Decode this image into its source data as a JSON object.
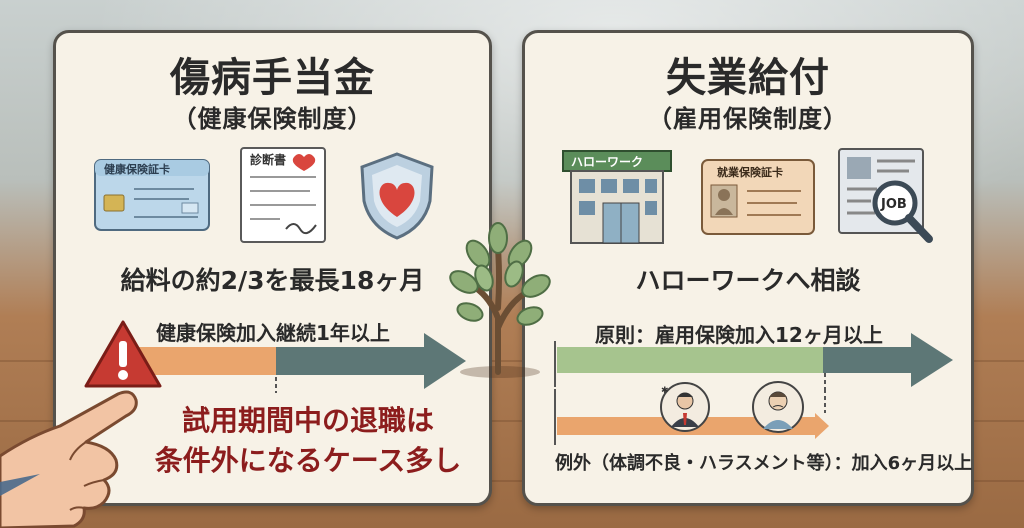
{
  "left_card": {
    "title": "傷病手当金",
    "subtitle": "（健康保険制度）",
    "insurance_card_label": "健康保険証卡",
    "certificate_label": "診断書",
    "headline": "給料の約2/3を最長18ヶ月",
    "timeline_label": "健康保険加入継続1年以上",
    "warning_line1": "試用期間中の退職は",
    "warning_line2": "条件外になるケース多し"
  },
  "right_card": {
    "title": "失業給付",
    "subtitle": "（雇用保険制度）",
    "office_sign": "ハローワーク",
    "card_label": "就業保険証卡",
    "job_label": "JOB",
    "headline": "ハローワークへ相談",
    "principle_label": "原則：雇用保険加入12ヶ月以上",
    "exception_label": "例外（体調不良・ハラスメント等）：加入6ヶ月以上"
  },
  "colors": {
    "green_bar": "#a6c48e",
    "orange_bar": "#eaa56d",
    "teal_arrow": "#5d7776",
    "warning_red": "#c63a32",
    "heart_red": "#d9463e",
    "text_red": "#8c1d1d"
  },
  "icons": [
    "insurance-card-icon",
    "medical-certificate-icon",
    "shield-heart-icon",
    "warning-icon",
    "tree-icon",
    "hello-work-office-icon",
    "employment-card-icon",
    "job-search-icon",
    "stressed-worker-icon",
    "sick-person-icon",
    "pointing-hand-icon"
  ]
}
